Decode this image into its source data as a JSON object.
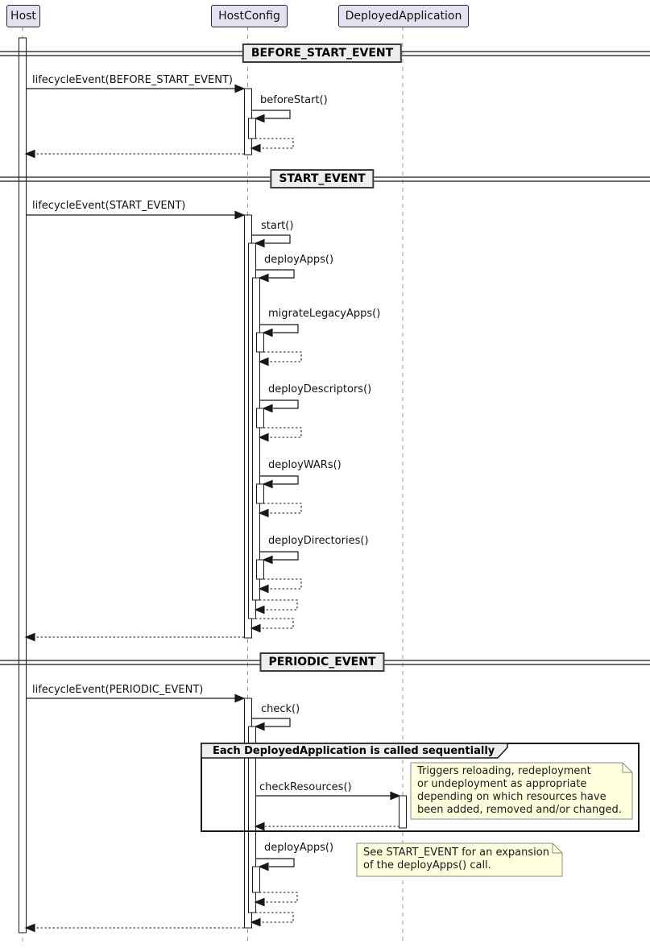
{
  "participants": {
    "host": {
      "label": "Host"
    },
    "host_config": {
      "label": "HostConfig"
    },
    "deployed_application": {
      "label": "DeployedApplication"
    }
  },
  "dividers": {
    "before_start_event": {
      "label": "BEFORE_START_EVENT"
    },
    "start_event": {
      "label": "START_EVENT"
    },
    "periodic_event": {
      "label": "PERIODIC_EVENT"
    }
  },
  "messages": {
    "lifecycle_before_start": {
      "label": "lifecycleEvent(BEFORE_START_EVENT)",
      "from": "Host",
      "to": "HostConfig",
      "type": "call"
    },
    "before_start": {
      "label": "beforeStart()",
      "from": "HostConfig",
      "to": "HostConfig",
      "type": "self-call"
    },
    "lifecycle_start": {
      "label": "lifecycleEvent(START_EVENT)",
      "from": "Host",
      "to": "HostConfig",
      "type": "call"
    },
    "start": {
      "label": "start()",
      "from": "HostConfig",
      "to": "HostConfig",
      "type": "self-call"
    },
    "deploy_apps_start": {
      "label": "deployApps()",
      "from": "HostConfig",
      "to": "HostConfig",
      "type": "self-call"
    },
    "migrate_legacy_apps": {
      "label": "migrateLegacyApps()",
      "from": "HostConfig",
      "to": "HostConfig",
      "type": "self-call"
    },
    "deploy_descriptors": {
      "label": "deployDescriptors()",
      "from": "HostConfig",
      "to": "HostConfig",
      "type": "self-call"
    },
    "deploy_wars": {
      "label": "deployWARs()",
      "from": "HostConfig",
      "to": "HostConfig",
      "type": "self-call"
    },
    "deploy_directories": {
      "label": "deployDirectories()",
      "from": "HostConfig",
      "to": "HostConfig",
      "type": "self-call"
    },
    "lifecycle_periodic": {
      "label": "lifecycleEvent(PERIODIC_EVENT)",
      "from": "Host",
      "to": "HostConfig",
      "type": "call"
    },
    "check": {
      "label": "check()",
      "from": "HostConfig",
      "to": "HostConfig",
      "type": "self-call"
    },
    "check_resources": {
      "label": "checkResources()",
      "from": "HostConfig",
      "to": "DeployedApplication",
      "type": "call"
    },
    "deploy_apps_periodic": {
      "label": "deployApps()",
      "from": "HostConfig",
      "to": "HostConfig",
      "type": "self-call"
    }
  },
  "group": {
    "label": "Each DeployedApplication is called sequentially"
  },
  "notes": {
    "check_resources_note": {
      "lines": [
        "Triggers reloading, redeployment",
        "or undeployment as appropriate",
        "depending on which resources have",
        "been added, removed and/or changed."
      ]
    },
    "deploy_apps_note": {
      "lines": [
        "See START_EVENT for an expansion",
        "of the deployApps() call."
      ]
    }
  },
  "colors": {
    "participant_fill": "#E2E2F0",
    "participant_border": "#23233C",
    "note_fill": "#FEFFDD",
    "note_border": "#888888",
    "divider_fill": "#EEEEEE",
    "line": "#181818",
    "lifeline": "#999999"
  }
}
